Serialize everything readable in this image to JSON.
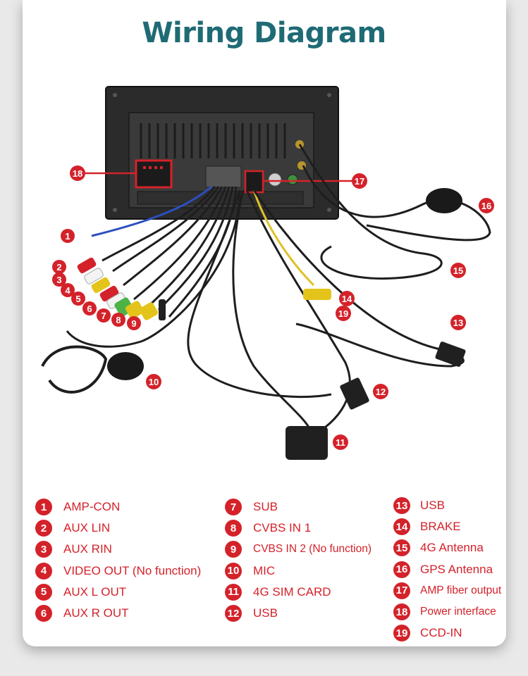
{
  "title": "Wiring Diagram",
  "colors": {
    "title": "#1f6b75",
    "accent_red": "#d4222a",
    "head_unit": "#2b2b2b",
    "cable": "#1e1e1e"
  },
  "callouts": [
    "1",
    "2",
    "3",
    "4",
    "5",
    "6",
    "7",
    "8",
    "9",
    "10",
    "11",
    "12",
    "13",
    "14",
    "15",
    "16",
    "17",
    "18",
    "19"
  ],
  "legend": {
    "column1": [
      {
        "num": "1",
        "label": "AMP-CON"
      },
      {
        "num": "2",
        "label": "AUX LIN"
      },
      {
        "num": "3",
        "label": "AUX RIN"
      },
      {
        "num": "4",
        "label": "VIDEO OUT (No function)"
      },
      {
        "num": "5",
        "label": "AUX L OUT"
      },
      {
        "num": "6",
        "label": "AUX R OUT"
      }
    ],
    "column2": [
      {
        "num": "7",
        "label": "SUB"
      },
      {
        "num": "8",
        "label": "CVBS IN 1"
      },
      {
        "num": "9",
        "label": "CVBS IN 2 (No function)"
      },
      {
        "num": "10",
        "label": "MIC"
      },
      {
        "num": "11",
        "label": "4G SIM CARD"
      },
      {
        "num": "12",
        "label": "USB"
      }
    ],
    "column3": [
      {
        "num": "13",
        "label": "USB"
      },
      {
        "num": "14",
        "label": "BRAKE"
      },
      {
        "num": "15",
        "label": "4G Antenna"
      },
      {
        "num": "16",
        "label": "GPS Antenna"
      },
      {
        "num": "17",
        "label": "AMP fiber output"
      },
      {
        "num": "18",
        "label": "Power interface"
      },
      {
        "num": "19",
        "label": "CCD-IN"
      }
    ]
  }
}
